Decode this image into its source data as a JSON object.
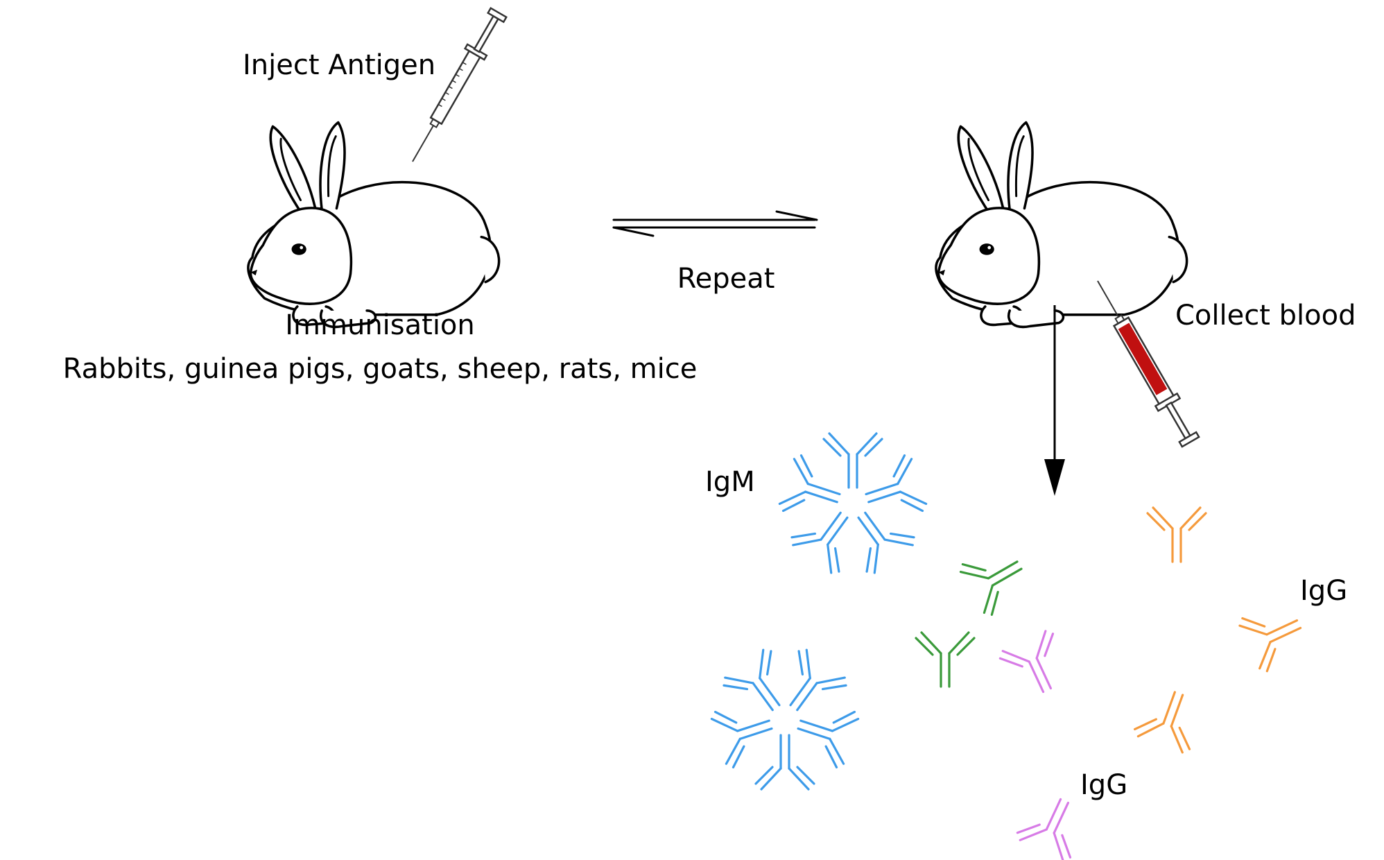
{
  "labels": {
    "inject_antigen": "Inject Antigen",
    "repeat": "Repeat",
    "immunisation": "Immunisation",
    "species": "Rabbits, guinea pigs, goats, sheep, rats, mice",
    "collect_blood": "Collect blood",
    "igm": "IgM",
    "igg_right": "IgG",
    "igg_bottom": "IgG"
  },
  "colors": {
    "igm": "#3d9be9",
    "igg_orange": "#f59a3c",
    "igg_violet": "#d77be6",
    "green": "#3a9a3a",
    "blood": "#c01010"
  },
  "icons": [
    "rabbit-icon",
    "syringe-icon",
    "blood-syringe-icon",
    "equilibrium-arrows-icon",
    "down-arrow-icon",
    "antibody-icon"
  ]
}
